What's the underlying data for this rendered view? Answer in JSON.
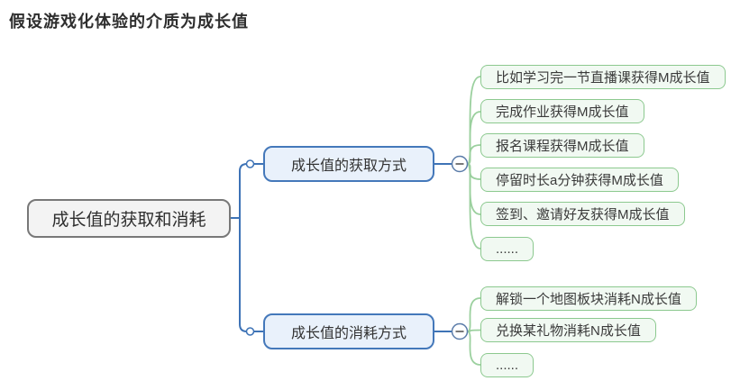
{
  "page": {
    "title": "假设游戏化体验的介质为成长值"
  },
  "colors": {
    "branch_blue_border": "#4478ba",
    "branch_blue_fill": "#e9f1fb",
    "blue_connector": "#3e73b6",
    "leaf_green_border": "#8cc98f",
    "leaf_green_fill": "#f1f9f2",
    "green_connector": "#9bd09e",
    "root_border": "#787878",
    "root_fill": "#f3f3f3"
  },
  "mindmap": {
    "root": {
      "label": "成长值的获取和消耗"
    },
    "branches": [
      {
        "label": "成长值的获取方式",
        "collapsed": false,
        "children": [
          "比如学习完一节直播课获得M成长值",
          "完成作业获得M成长值",
          "报名课程获得M成长值",
          "停留时长a分钟获得M成长值",
          "签到、邀请好友获得M成长值",
          "......"
        ]
      },
      {
        "label": "成长值的消耗方式",
        "collapsed": false,
        "children": [
          "解锁一个地图板块消耗N成长值",
          "兑换某礼物消耗N成长值",
          "......"
        ]
      }
    ]
  }
}
